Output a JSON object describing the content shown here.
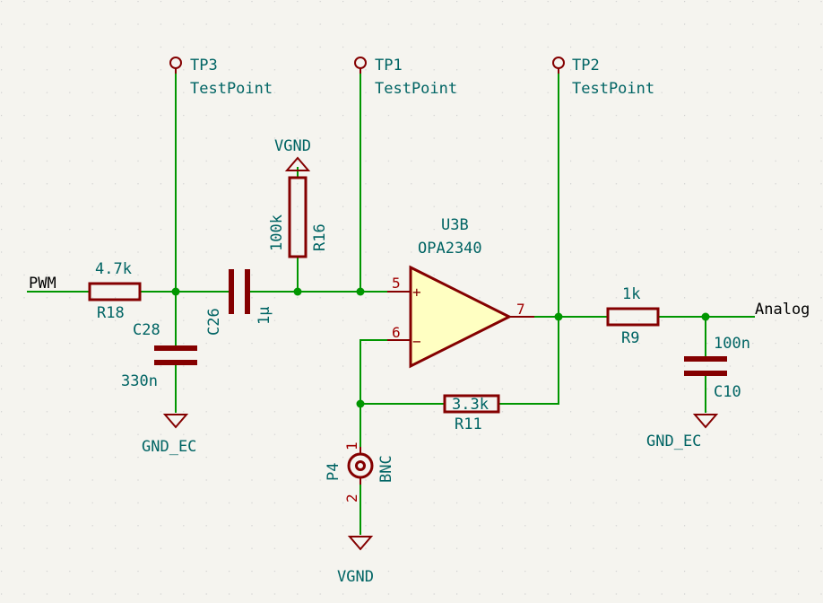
{
  "nets": {
    "pwm": "PWM",
    "analog": "Analog"
  },
  "test_points": [
    {
      "ref": "TP3",
      "value": "TestPoint"
    },
    {
      "ref": "TP1",
      "value": "TestPoint"
    },
    {
      "ref": "TP2",
      "value": "TestPoint"
    }
  ],
  "power": {
    "vgnd_top": "VGND",
    "vgnd_bottom": "VGND",
    "gnd_ec_left": "GND_EC",
    "gnd_ec_right": "GND_EC"
  },
  "components": {
    "r18": {
      "ref": "R18",
      "value": "4.7k"
    },
    "r16": {
      "ref": "R16",
      "value": "100k"
    },
    "c28": {
      "ref": "C28",
      "value": "330n"
    },
    "c26": {
      "ref": "C26",
      "value": "1µ"
    },
    "u3b": {
      "ref": "U3B",
      "value": "OPA2340",
      "pin_plus": "5",
      "pin_minus": "6",
      "pin_out": "7",
      "sign_plus": "+",
      "sign_minus": "−"
    },
    "r11": {
      "ref": "R11",
      "value": "3.3k"
    },
    "r9": {
      "ref": "R9",
      "value": "1k"
    },
    "c10": {
      "ref": "C10",
      "value": "100n"
    },
    "p4": {
      "ref": "P4",
      "value": "BNC",
      "pin1": "1",
      "pin2": "2"
    }
  },
  "colors": {
    "background": "#f5f4ef",
    "wire": "#009600",
    "symbol": "#840000",
    "symbol_fill": "#ffffc2",
    "label": "#006464",
    "pin_number": "#a00000"
  }
}
